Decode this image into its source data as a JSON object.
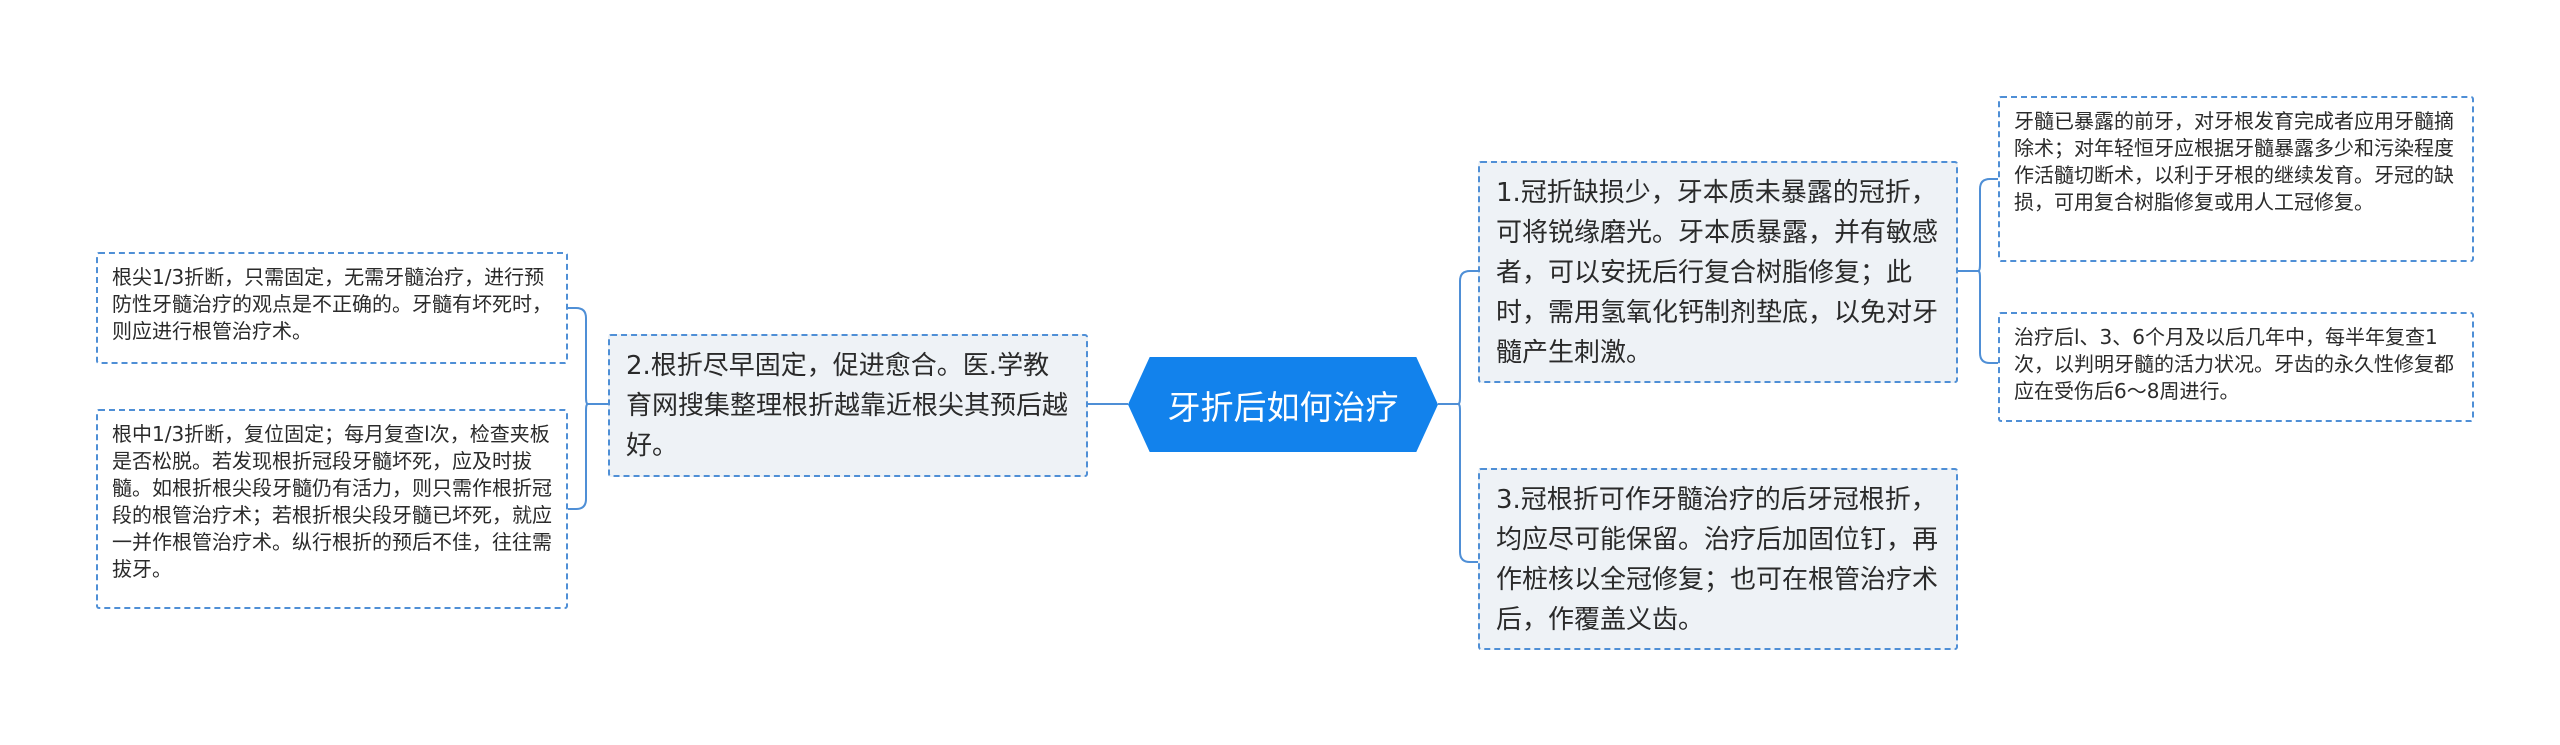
{
  "root": {
    "label": "牙折后如何治疗"
  },
  "branches": {
    "b1": "1.冠折缺损少，牙本质未暴露的冠折，可将锐缘磨光。牙本质暴露，并有敏感者，可以安抚后行复合树脂修复；此时，需用氢氧化钙制剂垫底，以免对牙髓产生刺激。",
    "b2": "2.根折尽早固定，促进愈合。医.学教育网搜集整理根折越靠近根尖其预后越好。",
    "b3": "3.冠根折可作牙髓治疗的后牙冠根折，均应尽可能保留。治疗后加固位钉，再作桩核以全冠修复；也可在根管治疗术后，作覆盖义齿。"
  },
  "leaves": {
    "b1_a": "牙髓已暴露的前牙，对牙根发育完成者应用牙髓摘除术；对年轻恒牙应根据牙髓暴露多少和污染程度作活髓切断术，以利于牙根的继续发育。牙冠的缺损，可用复合树脂修复或用人工冠修复。",
    "b1_b": "治疗后l、3、6个月及以后几年中，每半年复查1次，以判明牙髓的活力状况。牙齿的永久性修复都应在受伤后6～8周进行。",
    "b2_a": "根尖1/3折断，只需固定，无需牙髓治疗，进行预防性牙髓治疗的观点是不正确的。牙髓有坏死时，则应进行根管治疗术。",
    "b2_b": "根中1/3折断，复位固定；每月复查l次，检查夹板是否松脱。若发现根折冠段牙髓坏死，应及时拔髓。如根折根尖段牙髓仍有活力，则只需作根折冠段的根管治疗术；若根折根尖段牙髓已坏死，就应一并作根管治疗术。纵行根折的预后不佳，往往需拔牙。"
  },
  "colors": {
    "root_fill": "#1282ec",
    "connector": "#4f8fd6",
    "branch_fill": "#eef2f6"
  }
}
